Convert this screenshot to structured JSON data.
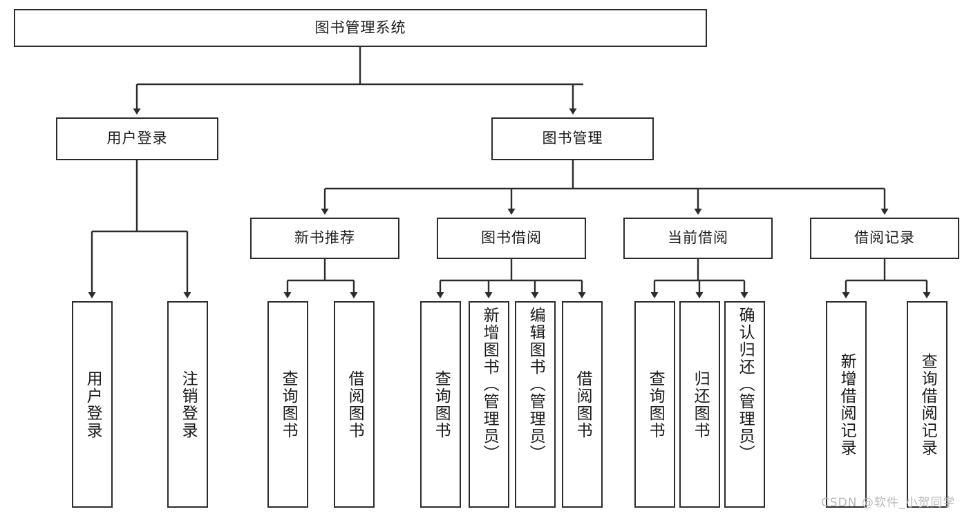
{
  "diagram": {
    "title": "图书管理系统",
    "type": "tree-hierarchy-diagram",
    "colors": {
      "box_border": "#2b2b2b",
      "box_fill": "#ffffff",
      "connector": "#2b2b2b",
      "background": "#ffffff",
      "watermark": "#b9b9b9"
    },
    "root": {
      "label": "图书管理系统"
    },
    "level2": [
      {
        "label": "用户登录"
      },
      {
        "label": "图书管理"
      }
    ],
    "level3": [
      {
        "label": "新书推荐"
      },
      {
        "label": "图书借阅"
      },
      {
        "label": "当前借阅"
      },
      {
        "label": "借阅记录"
      }
    ],
    "leaves": {
      "user_login": [
        {
          "label": "用户登录"
        },
        {
          "label": "注销登录"
        }
      ],
      "new_book_recommend": [
        {
          "label": "查询图书"
        },
        {
          "label": "借阅图书"
        }
      ],
      "book_borrow": [
        {
          "label": "查询图书"
        },
        {
          "label": "新增图书（管理员）"
        },
        {
          "label": "编辑图书（管理员）"
        },
        {
          "label": "借阅图书"
        }
      ],
      "current_borrow": [
        {
          "label": "查询图书"
        },
        {
          "label": "归还图书"
        },
        {
          "label": "确认归还（管理员）"
        }
      ],
      "borrow_record": [
        {
          "label": "新增借阅记录"
        },
        {
          "label": "查询借阅记录"
        }
      ]
    }
  },
  "watermark": {
    "text": "CSDN @软件_小贺同学"
  }
}
